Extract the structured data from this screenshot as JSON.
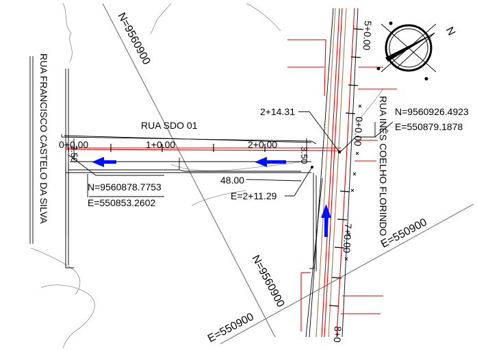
{
  "streets": {
    "sdo01": "RUA SDO 01",
    "francisco": "RUA FRANCISCO CASTELO DA SILVA",
    "ines": "RUA INÊS COELHO FLORINDO"
  },
  "grid": {
    "n_diagonal": "N=9560900",
    "n_diagonal_lower": "N=9560900",
    "e_right": "E=550900",
    "e_bottom": "E=550900"
  },
  "stations": {
    "s0": "0+0.00",
    "s1": "1+0.00",
    "s2": "2+0.00",
    "s_2_14": "2+14.31",
    "s_2_11": "E=2+11.29",
    "v0": "0+0.00",
    "v5": "5+0.00",
    "v7": "7+0.00",
    "v8": "8+0"
  },
  "dims": {
    "width_left": "3.50",
    "width_right": "3.50",
    "length": "48.00"
  },
  "coords": {
    "pt1_n": "N=9560926.4923",
    "pt1_e": "E=550879.1878",
    "pt2_n": "N=9560878.7753",
    "pt2_e": "E=550853.2602"
  },
  "north": {
    "letter": "N"
  },
  "colors": {
    "axis": "#e00000",
    "arrow": "#0010ff",
    "grid": "#7a7a7a",
    "edge": "#000000",
    "curb": "#a3784a"
  }
}
